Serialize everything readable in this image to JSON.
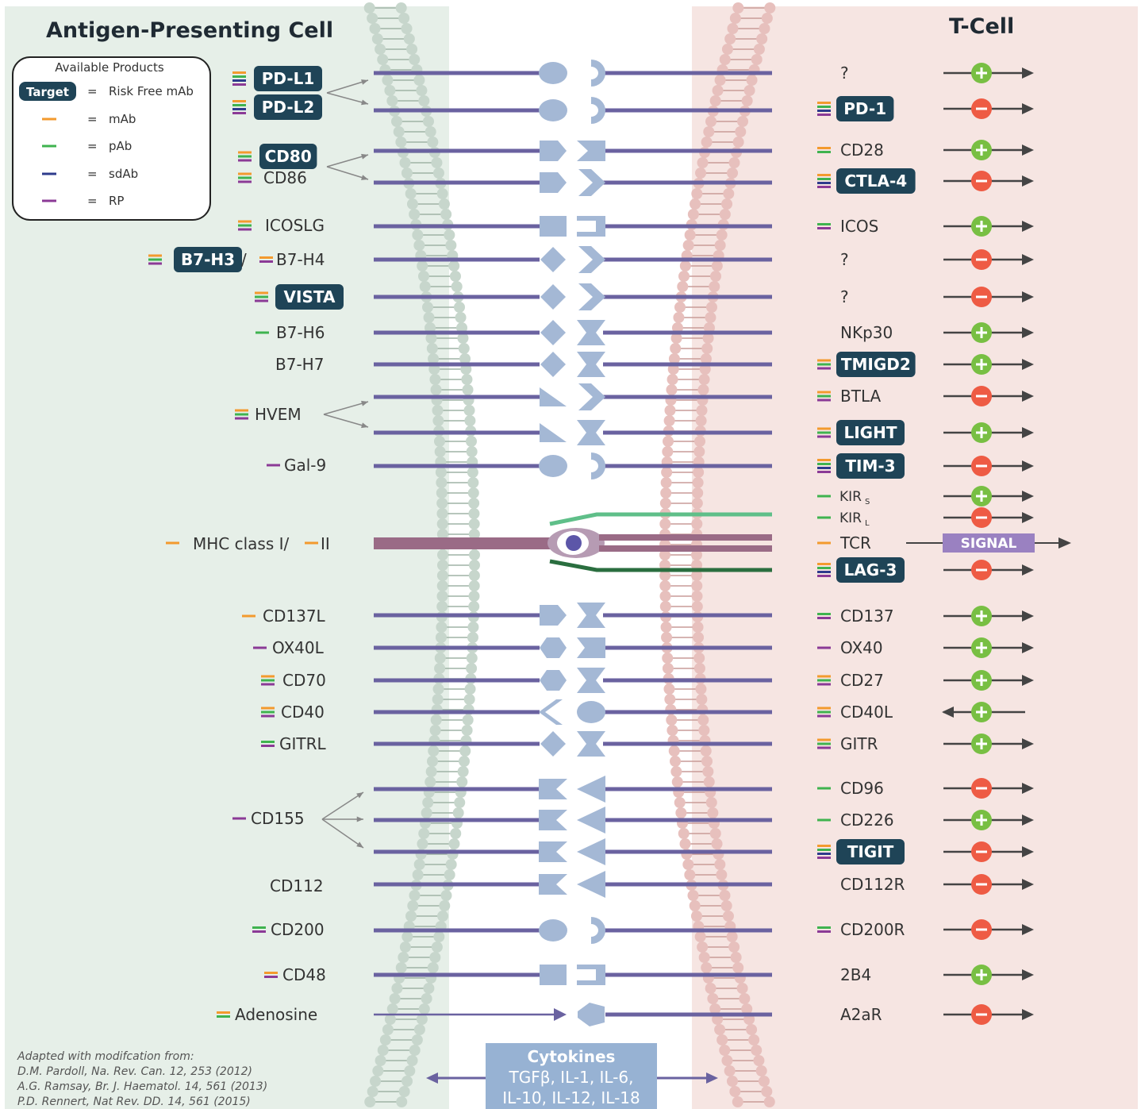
{
  "titles": {
    "apc": "Antigen-Presenting Cell",
    "tcell": "T-Cell"
  },
  "legend": {
    "title": "Available Products",
    "eq": "=",
    "rows": [
      {
        "key": "Target",
        "label": "Risk Free mAb",
        "color": "#1f4457"
      },
      {
        "key": "",
        "label": "mAb",
        "color": "#f39a2e"
      },
      {
        "key": "",
        "label": "pAb",
        "color": "#3fb34f"
      },
      {
        "key": "",
        "label": "sdAb",
        "color": "#2e3b8c"
      },
      {
        "key": "",
        "label": "RP",
        "color": "#8b3a96"
      }
    ]
  },
  "colors": {
    "mAb": "#f39a2e",
    "pAb": "#3fb34f",
    "sdAb": "#2e3b8c",
    "RP": "#8b3a96",
    "target_bg": "#1f4457",
    "apc_bg": "#e6efe8",
    "tcell_bg": "#f6e5e2",
    "line": "#6a62a0",
    "shape": "#a4b8d5",
    "plus": "#78bf43",
    "minus": "#ee5b44",
    "arrow": "#444444",
    "mhc": "#9a6b86",
    "signal": "#9a81c1",
    "cytokine_box": "#97b2d3"
  },
  "left_labels": [
    {
      "id": "pd-l1",
      "text": "PD-L1",
      "target": true,
      "products": [
        "mAb",
        "pAb",
        "sdAb",
        "RP"
      ]
    },
    {
      "id": "pd-l2",
      "text": "PD-L2",
      "target": true,
      "products": [
        "mAb",
        "pAb",
        "sdAb",
        "RP"
      ]
    },
    {
      "id": "cd80",
      "text": "CD80",
      "target": true,
      "products": [
        "mAb",
        "pAb",
        "RP"
      ]
    },
    {
      "id": "cd86",
      "text": "CD86",
      "target": false,
      "products": [
        "mAb",
        "pAb",
        "RP"
      ]
    },
    {
      "id": "icoslg",
      "text": "ICOSLG",
      "target": false,
      "products": [
        "mAb",
        "pAb",
        "RP"
      ]
    },
    {
      "id": "b7-h3",
      "text": "B7-H3",
      "target": true,
      "products": [
        "mAb",
        "pAb",
        "RP"
      ]
    },
    {
      "id": "b7-h4",
      "text": "B7-H4",
      "target": false,
      "products": [
        "mAb",
        "RP"
      ]
    },
    {
      "id": "vista",
      "text": "VISTA",
      "target": true,
      "products": [
        "mAb",
        "pAb",
        "RP"
      ]
    },
    {
      "id": "b7-h6",
      "text": "B7-H6",
      "target": false,
      "products": [
        "pAb"
      ]
    },
    {
      "id": "b7-h7",
      "text": "B7-H7",
      "target": false,
      "products": []
    },
    {
      "id": "hvem",
      "text": "HVEM",
      "target": false,
      "products": [
        "mAb",
        "pAb",
        "RP"
      ]
    },
    {
      "id": "gal-9",
      "text": "Gal-9",
      "target": false,
      "products": [
        "RP"
      ]
    },
    {
      "id": "mhc",
      "text": "MHC class I/",
      "text2": "II",
      "target": false,
      "products": [
        "mAb"
      ]
    },
    {
      "id": "cd137l",
      "text": "CD137L",
      "target": false,
      "products": [
        "mAb"
      ]
    },
    {
      "id": "ox40l",
      "text": "OX40L",
      "target": false,
      "products": [
        "RP"
      ]
    },
    {
      "id": "cd70",
      "text": "CD70",
      "target": false,
      "products": [
        "mAb",
        "pAb",
        "RP"
      ]
    },
    {
      "id": "cd40",
      "text": "CD40",
      "target": false,
      "products": [
        "mAb",
        "pAb",
        "RP"
      ]
    },
    {
      "id": "gitrl",
      "text": "GITRL",
      "target": false,
      "products": [
        "pAb",
        "RP"
      ]
    },
    {
      "id": "cd155",
      "text": "CD155",
      "target": false,
      "products": [
        "RP"
      ]
    },
    {
      "id": "cd112",
      "text": "CD112",
      "target": false,
      "products": []
    },
    {
      "id": "cd200",
      "text": "CD200",
      "target": false,
      "products": [
        "pAb",
        "RP"
      ]
    },
    {
      "id": "cd48",
      "text": "CD48",
      "target": false,
      "products": [
        "mAb",
        "RP"
      ]
    },
    {
      "id": "adenosine",
      "text": "Adenosine",
      "target": false,
      "products": [
        "mAb",
        "pAb"
      ]
    }
  ],
  "right_labels": [
    {
      "id": "r-q1",
      "text": "?",
      "target": false,
      "products": [],
      "sign": "+",
      "dir": "right"
    },
    {
      "id": "pd-1",
      "text": "PD-1",
      "target": true,
      "products": [
        "mAb",
        "pAb",
        "sdAb",
        "RP"
      ],
      "sign": "-",
      "dir": "right"
    },
    {
      "id": "cd28",
      "text": "CD28",
      "target": false,
      "products": [
        "mAb",
        "pAb"
      ],
      "sign": "+",
      "dir": "right"
    },
    {
      "id": "ctla-4",
      "text": "CTLA-4",
      "target": true,
      "products": [
        "mAb",
        "pAb",
        "sdAb",
        "RP"
      ],
      "sign": "-",
      "dir": "right"
    },
    {
      "id": "icos",
      "text": "ICOS",
      "target": false,
      "products": [
        "pAb",
        "RP"
      ],
      "sign": "+",
      "dir": "right"
    },
    {
      "id": "r-q2",
      "text": "?",
      "target": false,
      "products": [],
      "sign": "-",
      "dir": "right"
    },
    {
      "id": "r-q3",
      "text": "?",
      "target": false,
      "products": [],
      "sign": "-",
      "dir": "right"
    },
    {
      "id": "nkp30",
      "text": "NKp30",
      "target": false,
      "products": [],
      "sign": "+",
      "dir": "right"
    },
    {
      "id": "tmigd2",
      "text": "TMIGD2",
      "target": true,
      "products": [
        "mAb",
        "pAb",
        "RP"
      ],
      "sign": "+",
      "dir": "right"
    },
    {
      "id": "btla",
      "text": "BTLA",
      "target": false,
      "products": [
        "mAb",
        "pAb",
        "RP"
      ],
      "sign": "-",
      "dir": "right"
    },
    {
      "id": "light",
      "text": "LIGHT",
      "target": true,
      "products": [
        "mAb",
        "pAb",
        "RP"
      ],
      "sign": "+",
      "dir": "right"
    },
    {
      "id": "tim-3",
      "text": "TIM-3",
      "target": true,
      "products": [
        "mAb",
        "pAb",
        "sdAb",
        "RP"
      ],
      "sign": "-",
      "dir": "right"
    },
    {
      "id": "kirs",
      "text": "KIR",
      "sub": "S",
      "target": false,
      "products": [
        "pAb"
      ],
      "sign": "+",
      "dir": "right"
    },
    {
      "id": "kirl",
      "text": "KIR",
      "sub": "L",
      "target": false,
      "products": [
        "pAb"
      ],
      "sign": "-",
      "dir": "right"
    },
    {
      "id": "tcr",
      "text": "TCR",
      "target": false,
      "products": [
        "mAb"
      ],
      "sign": "signal",
      "dir": "right"
    },
    {
      "id": "lag-3",
      "text": "LAG-3",
      "target": true,
      "products": [
        "mAb",
        "pAb",
        "sdAb",
        "RP"
      ],
      "sign": "-",
      "dir": "right"
    },
    {
      "id": "cd137",
      "text": "CD137",
      "target": false,
      "products": [
        "pAb",
        "RP"
      ],
      "sign": "+",
      "dir": "right"
    },
    {
      "id": "ox40",
      "text": "OX40",
      "target": false,
      "products": [
        "RP"
      ],
      "sign": "+",
      "dir": "right"
    },
    {
      "id": "cd27",
      "text": "CD27",
      "target": false,
      "products": [
        "mAb",
        "pAb",
        "RP"
      ],
      "sign": "+",
      "dir": "right"
    },
    {
      "id": "cd40l",
      "text": "CD40L",
      "target": false,
      "products": [
        "mAb",
        "pAb",
        "RP"
      ],
      "sign": "+",
      "dir": "left"
    },
    {
      "id": "gitr",
      "text": "GITR",
      "target": false,
      "products": [
        "mAb",
        "pAb",
        "RP"
      ],
      "sign": "+",
      "dir": "right"
    },
    {
      "id": "cd96",
      "text": "CD96",
      "target": false,
      "products": [
        "pAb"
      ],
      "sign": "-",
      "dir": "right"
    },
    {
      "id": "cd226",
      "text": "CD226",
      "target": false,
      "products": [
        "pAb"
      ],
      "sign": "+",
      "dir": "right"
    },
    {
      "id": "tigit",
      "text": "TIGIT",
      "target": true,
      "products": [
        "mAb",
        "pAb",
        "sdAb",
        "RP"
      ],
      "sign": "-",
      "dir": "right"
    },
    {
      "id": "cd112r",
      "text": "CD112R",
      "target": false,
      "products": [],
      "sign": "-",
      "dir": "right"
    },
    {
      "id": "cd200r",
      "text": "CD200R",
      "target": false,
      "products": [
        "pAb",
        "RP"
      ],
      "sign": "-",
      "dir": "right"
    },
    {
      "id": "2b4",
      "text": "2B4",
      "target": false,
      "products": [],
      "sign": "+",
      "dir": "right"
    },
    {
      "id": "a2ar",
      "text": "A2aR",
      "target": false,
      "products": [],
      "sign": "-",
      "dir": "right"
    }
  ],
  "signal_label": "SIGNAL",
  "cytokines": {
    "title": "Cytokines",
    "line1": "TGFβ, IL-1, IL-6,",
    "line2": "IL-10, IL-12, IL-18"
  },
  "citation": [
    "Adapted with modifcation from:",
    "D.M. Pardoll, Na. Rev. Can. 12, 253 (2012)",
    "A.G. Ramsay, Br. J. Haematol. 14, 561 (2013)",
    "P.D. Rennert, Nat Rev. DD. 14, 561 (2015)"
  ]
}
